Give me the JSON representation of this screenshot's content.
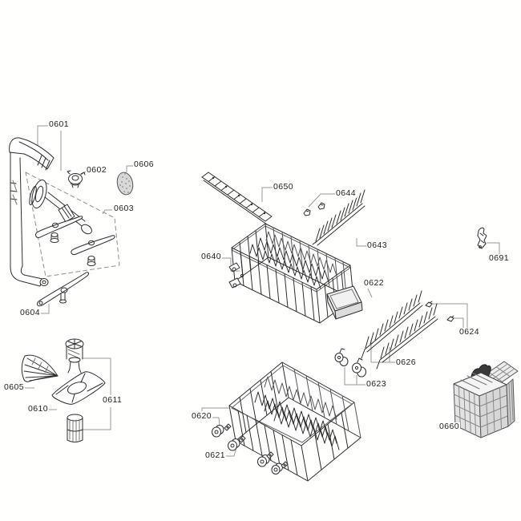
{
  "diagram": {
    "colors": {
      "background": "#fffffd",
      "ink": "#2e2e2e",
      "leader": "#9a9a9a",
      "dashed_box": "#8f8f8f",
      "fill_light": "#ececec",
      "fill_mid": "#d8d8d8",
      "handle_dark": "#3a3a3a"
    },
    "callouts": [
      {
        "label": "0601"
      },
      {
        "label": "0602"
      },
      {
        "label": "0603"
      },
      {
        "label": "0604"
      },
      {
        "label": "0605"
      },
      {
        "label": "0606"
      },
      {
        "label": "0610"
      },
      {
        "label": "0611"
      },
      {
        "label": "0620"
      },
      {
        "label": "0621"
      },
      {
        "label": "0622"
      },
      {
        "label": "0623"
      },
      {
        "label": "0624"
      },
      {
        "label": "0626"
      },
      {
        "label": "0640"
      },
      {
        "label": "0643"
      },
      {
        "label": "0644"
      },
      {
        "label": "0650"
      },
      {
        "label": "0660"
      },
      {
        "label": "0691"
      }
    ]
  }
}
